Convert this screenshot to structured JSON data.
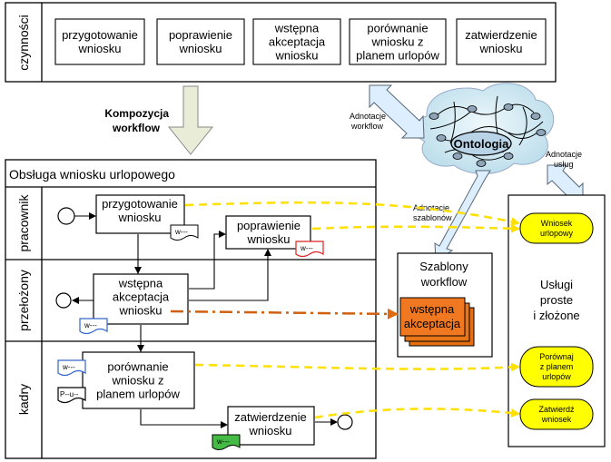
{
  "top_panel": {
    "side_label": "czynności",
    "activities": [
      [
        "przygotowanie",
        "wniosku"
      ],
      [
        "poprawienie",
        "wniosku"
      ],
      [
        "wstępna",
        "akceptacja",
        "wniosku"
      ],
      [
        "porównanie",
        "wniosku z",
        "planem urlopów"
      ],
      [
        "zatwierdzenie",
        "wniosku"
      ]
    ]
  },
  "composition": {
    "line1": "Kompozycja",
    "line2": "workflow"
  },
  "workflow": {
    "title": "Obsługa wniosku urlopowego",
    "lanes": [
      "pracownik",
      "przełożony",
      "kadry"
    ],
    "tasks": {
      "prep": [
        "przygotowanie",
        "wniosku"
      ],
      "fix": [
        "poprawienie",
        "wniosku"
      ],
      "accept": [
        "wstępna",
        "akceptacja",
        "wniosku"
      ],
      "compare": [
        "porównanie",
        "wniosku z",
        "planem urlopów"
      ],
      "approve": [
        "zatwierdzenie",
        "wniosku"
      ]
    },
    "doc_marks": {
      "w": "w---",
      "p": "P--u--"
    }
  },
  "ontology": {
    "label": "Ontologia"
  },
  "annotations": {
    "workflow": [
      "Adnotacje",
      "workflow"
    ],
    "services": [
      "Adnotacje",
      "usług"
    ],
    "templates": [
      "Adnotacje",
      "szablonów"
    ]
  },
  "templates_box": {
    "title": [
      "Szablony",
      "workflow"
    ],
    "template_label": [
      "wstępna",
      "akceptacja"
    ]
  },
  "services_box": {
    "title": [
      "Usługi",
      "proste",
      "i złożone"
    ],
    "services": [
      [
        "Wniosek",
        "urlopowy"
      ],
      [
        "Porównaj",
        "z planem",
        "urlopów"
      ],
      [
        "Zatwierdź",
        "wniosek"
      ]
    ]
  },
  "colors": {
    "service_fill": "#ffff00",
    "template_fill": "#f07820",
    "dash_yellow": "#ffe000",
    "dash_orange": "#d06010",
    "ontology_fill": "#c8e8f2",
    "arrow_fill": "#ddeeff",
    "doc_green": "#44bb44",
    "doc_red": "#dd2222"
  }
}
